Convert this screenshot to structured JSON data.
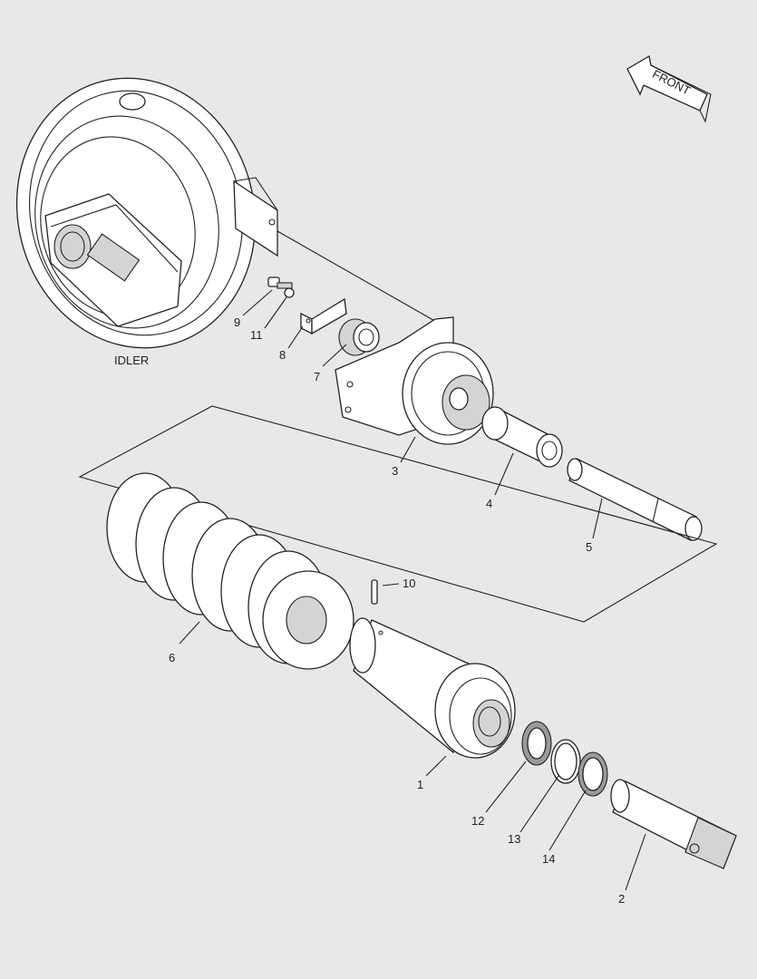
{
  "front_arrow": {
    "label": "FRONT"
  },
  "idler": {
    "label": "IDLER"
  },
  "callouts": [
    "1",
    "2",
    "3",
    "4",
    "5",
    "6",
    "7",
    "8",
    "9",
    "10",
    "11",
    "12",
    "13",
    "14"
  ]
}
